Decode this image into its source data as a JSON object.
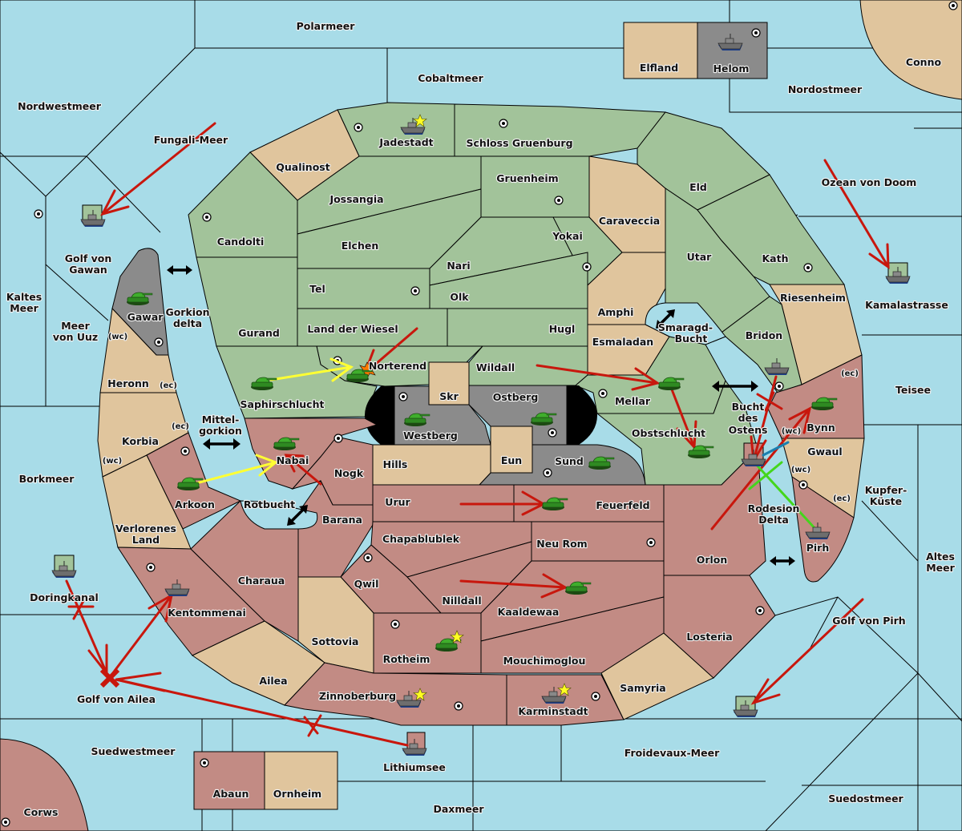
{
  "colors": {
    "sea": "#a8dce8",
    "power_green": "#a2c39a",
    "neutral_tan": "#e0c59d",
    "power_rose": "#c28b84",
    "power_gray": "#8b8b8b",
    "order_move": "#c8170d",
    "order_support": "#ffff33",
    "order_convoy": "#44d61c",
    "order_other": "#1a7fb0"
  },
  "seas": {
    "polarmeer": "Polarmeer",
    "cobaltmeer": "Cobaltmeer",
    "nordwestmeer": "Nordwestmeer",
    "fungali": "Fungali-Meer",
    "golf_gawan": [
      "Golf von",
      "Gawan"
    ],
    "kaltes": [
      "Kaltes",
      "Meer"
    ],
    "uuz": [
      "Meer",
      "von Uuz"
    ],
    "gorkion_delta": [
      "Gorkion",
      "delta"
    ],
    "mittelgorkion": [
      "Mittel-",
      "gorkion"
    ],
    "rotbucht": "Rotbucht",
    "borkmeer": "Borkmeer",
    "doringkanal": "Doringkanal",
    "golf_ailea": "Golf von Ailea",
    "suedwestmeer": "Suedwestmeer",
    "lithiumsee": "Lithiumsee",
    "daxmeer": "Daxmeer",
    "froidevaux": "Froidevaux-Meer",
    "suedostmeer": "Suedostmeer",
    "golf_pirh": "Golf von Pirh",
    "altes": [
      "Altes",
      "Meer"
    ],
    "kupfer": [
      "Kupfer-",
      "Küste"
    ],
    "teisee": "Teisee",
    "kamala": "Kamalastrasse",
    "ozean_doom": "Ozean von Doom",
    "nordostmeer": "Nordostmeer",
    "smaragd": [
      "Smaragd-",
      "Bucht"
    ],
    "bucht_ostens": [
      "Bucht",
      "des",
      "Ostens"
    ],
    "rodesion": [
      "Rodesion",
      "Delta"
    ]
  },
  "lands": {
    "elfland": "Elfland",
    "helom": "Helom",
    "conno": "Conno",
    "jadestadt": "Jadestadt",
    "schloss": "Schloss Gruenburg",
    "qualinost": "Qualinost",
    "jossangia": "Jossangia",
    "gruenheim": "Gruenheim",
    "caraveccia": "Caraveccia",
    "eld": "Eld",
    "candolti": "Candolti",
    "elchen": "Elchen",
    "nari": "Nari",
    "yokai": "Yokai",
    "utar": "Utar",
    "kath": "Kath",
    "tel": "Tel",
    "olk": "Olk",
    "riesenheim": "Riesenheim",
    "gurand": "Gurand",
    "land_wiesel": "Land der Wiesel",
    "hugl": "Hugl",
    "amphi": "Amphi",
    "esmaladan": "Esmaladan",
    "bridon": "Bridon",
    "gawar": "Gawar",
    "norterend": "Norterend",
    "wildall": "Wildall",
    "skr": "Skr",
    "ostberg": "Ostberg",
    "westberg": "Westberg",
    "mellar": "Mellar",
    "saphirschlucht": "Saphirschlucht",
    "heronn": "Heronn",
    "korbia": "Korbia",
    "obstschlucht": "Obstschlucht",
    "nabai": "Nabai",
    "hills": "Hills",
    "eun": "Eun",
    "sund": "Sund",
    "nogk": "Nogk",
    "arkoon": "Arkoon",
    "bynn": "Bynn",
    "gwaul": "Gwaul",
    "urur": "Urur",
    "feuerfeld": "Feuerfeld",
    "barana": "Barana",
    "verlorenes": [
      "Verlorenes",
      "Land"
    ],
    "chapablublek": "Chapablublek",
    "neu_rom": "Neu Rom",
    "orlon": "Orlon",
    "pirh": "Pirh",
    "charaua": "Charaua",
    "qwil": "Qwil",
    "nilldall": "Nilldall",
    "kaaldewaa": "Kaaldewaa",
    "kentommenai": "Kentommenai",
    "sottovia": "Sottovia",
    "rotheim": "Rotheim",
    "mouchimoglou": "Mouchimoglou",
    "losteria": "Losteria",
    "ailea": "Ailea",
    "zinnoberburg": "Zinnoberburg",
    "karminstadt": "Karminstadt",
    "samyria": "Samyria",
    "abaun": "Abaun",
    "ornheim": "Ornheim",
    "corws": "Corws"
  },
  "coast_tags": {
    "wc": "(wc)",
    "ec": "(ec)"
  }
}
